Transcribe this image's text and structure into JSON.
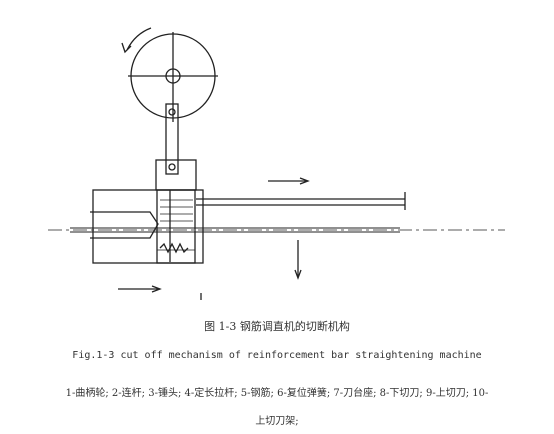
{
  "caption": {
    "cn": "图 1-3 钢筋调直机的切断机构",
    "en": "Fig.1-3 cut off mechanism of reinforcement bar straightening machine"
  },
  "legend": {
    "line1": "1-曲柄轮; 2-连杆; 3-锤头; 4-定长拉杆; 5-钢筋; 6-复位弹簧; 7-刀台座; 8-下切刀; 9-上切刀; 10-",
    "line2": "上切刀架;"
  },
  "colors": {
    "ink": "#222222",
    "caption": "#333333"
  }
}
